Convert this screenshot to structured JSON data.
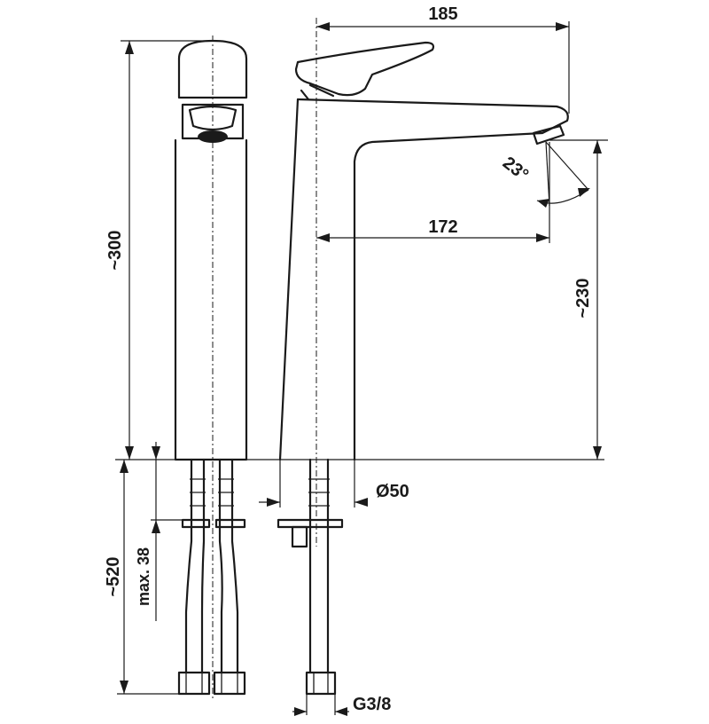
{
  "dimensions": {
    "width_185": "185",
    "reach_172": "172",
    "angle_23": "23°",
    "height_300": "~300",
    "height_230": "~230",
    "hose_520": "~520",
    "max_38": "max. 38",
    "dia_50": "Ø50",
    "thread_g38": "G3/8"
  }
}
